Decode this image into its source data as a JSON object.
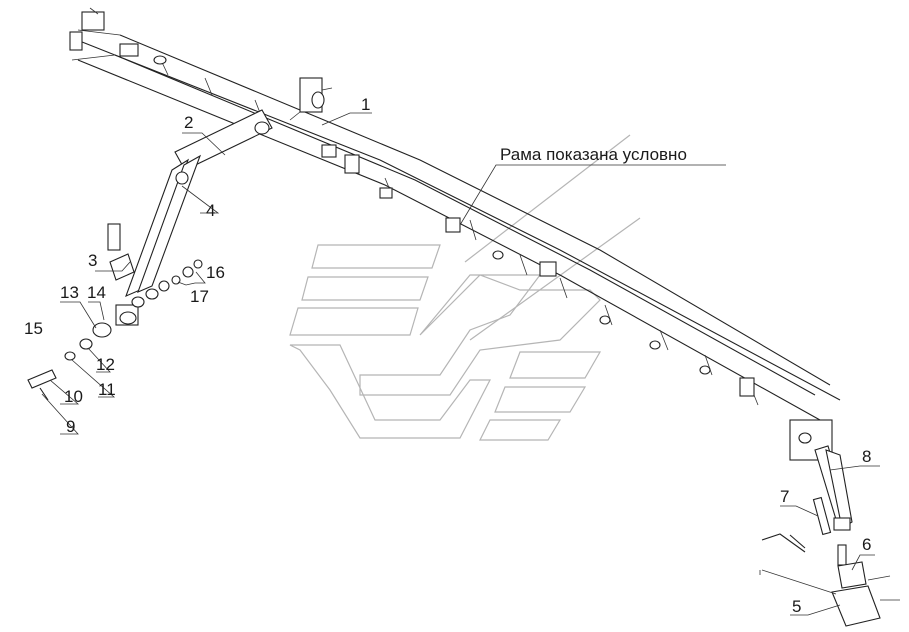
{
  "diagram": {
    "caption": "Рама показана условно",
    "callouts": [
      {
        "id": "c1",
        "text": "1"
      },
      {
        "id": "c2",
        "text": "2"
      },
      {
        "id": "c3",
        "text": "3"
      },
      {
        "id": "c4",
        "text": "4"
      },
      {
        "id": "c5",
        "text": "5"
      },
      {
        "id": "c6",
        "text": "6"
      },
      {
        "id": "c7",
        "text": "7"
      },
      {
        "id": "c8",
        "text": "8"
      },
      {
        "id": "c9",
        "text": "9"
      },
      {
        "id": "c10",
        "text": "10"
      },
      {
        "id": "c11",
        "text": "11"
      },
      {
        "id": "c12",
        "text": "12"
      },
      {
        "id": "c13",
        "text": "13"
      },
      {
        "id": "c14",
        "text": "14"
      },
      {
        "id": "c15",
        "text": "15"
      },
      {
        "id": "c16",
        "text": "16"
      },
      {
        "id": "c17",
        "text": "17"
      }
    ]
  }
}
